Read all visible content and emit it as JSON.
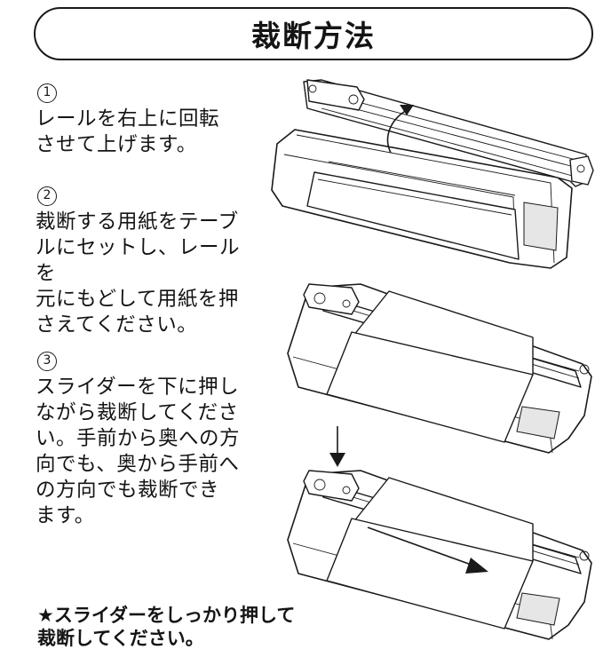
{
  "title": "裁断方法",
  "steps": [
    {
      "number": "1",
      "text": "レールを右上に回転\nさせて上げます。"
    },
    {
      "number": "2",
      "text": "裁断する用紙をテーブ\nルにセットし、レールを\n元にもどして用紙を押\nさえてください。"
    },
    {
      "number": "3",
      "text": "スライダーを下に押し\nながら裁断してくださ\nい。手前から奥への方\n向でも、奥から手前へ\nの方向でも裁断でき\nます。"
    }
  ],
  "note": "★スライダーをしっかり押して\n裁断してください。",
  "illustrations": [
    {
      "name": "cutter-rail-raised",
      "arrow": "curved-arrow-up"
    },
    {
      "name": "cutter-paper-set"
    },
    {
      "name": "cutter-slider-cutting",
      "arrow": "down-and-diagonal-arrows"
    }
  ],
  "colors": {
    "ink": "#1a1a1a",
    "paper": "#ffffff",
    "shade": "#e6e6e6"
  }
}
